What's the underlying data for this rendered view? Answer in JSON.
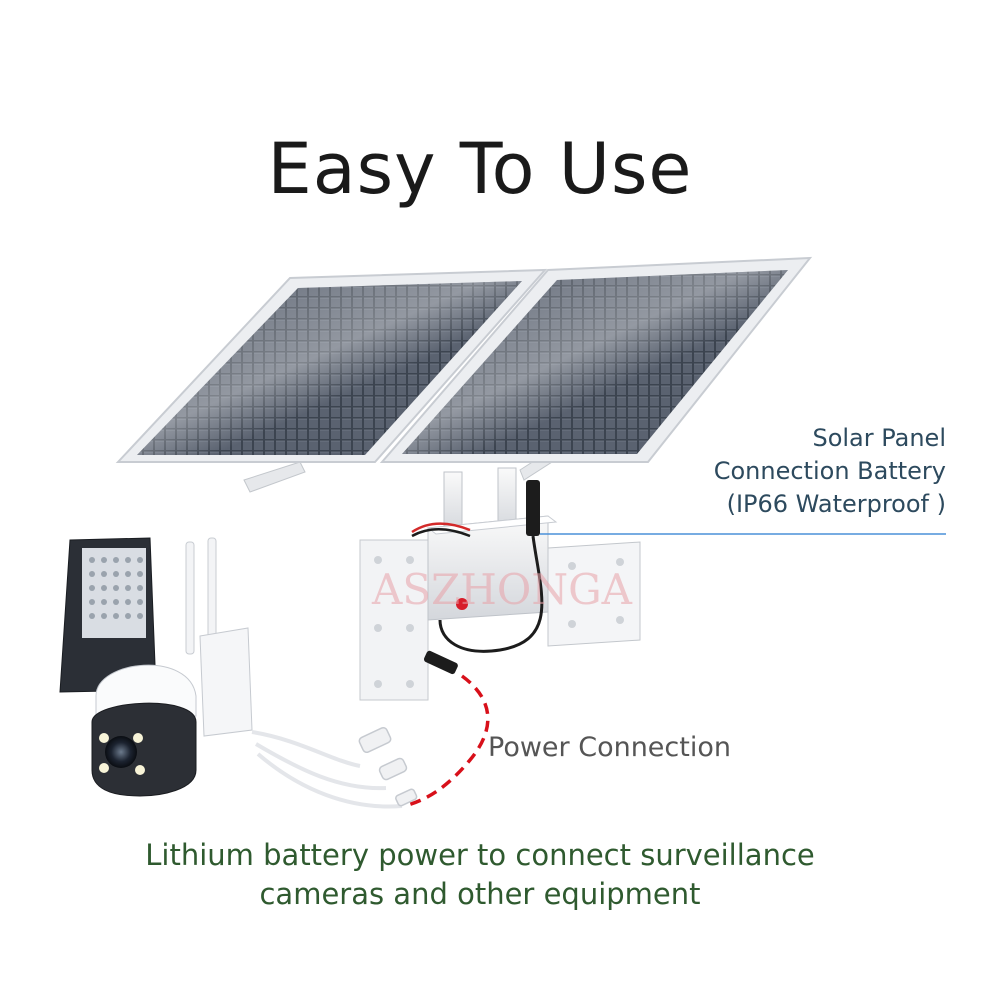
{
  "title": "Easy To Use",
  "solar_label": {
    "line1": "Solar Panel",
    "line2": "Connection Battery",
    "line3": "(IP66 Waterproof )"
  },
  "power_label": "Power Connection",
  "caption": {
    "line1": "Lithium battery power to connect surveillance",
    "line2": "cameras and other equipment"
  },
  "watermark": "ASZHONGA",
  "colors": {
    "title": "#1a1a1a",
    "solar_label": "#2d4a5e",
    "leader_line": "#4a90d9",
    "caption": "#2f5a2f",
    "power_cable_dash": "#d8101a"
  }
}
